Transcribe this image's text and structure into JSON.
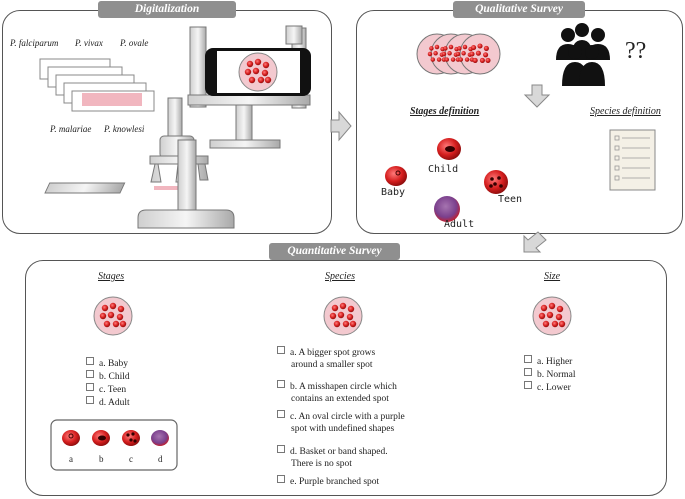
{
  "sections": {
    "digitalization": "Digitalization",
    "qualitative": "Qualitative Survey",
    "quantitative": "Quantitative Survey"
  },
  "species_names": {
    "falciparum": "P. falciparum",
    "vivax": "P. vivax",
    "ovale": "P. ovale",
    "malariae": "P. malariae",
    "knowlesi": "P. knowlesi"
  },
  "qualitative": {
    "stages_definition": "Stages definition",
    "species_definition": "Species definition",
    "question_marks": "??",
    "stages": {
      "baby": "Baby",
      "child": "Child",
      "teen": "Teen",
      "adult": "Adult"
    }
  },
  "quantitative": {
    "stages": {
      "heading": "Stages",
      "options": [
        "a. Baby",
        "b. Child",
        "c. Teen",
        "d. Adult"
      ],
      "legend": [
        "a",
        "b",
        "c",
        "d"
      ]
    },
    "species": {
      "heading": "Species",
      "options": [
        [
          "a.    A bigger spot grows",
          "around a smaller spot"
        ],
        [
          "b. A misshapen circle which",
          "contains an extended spot"
        ],
        [
          "c. An oval circle with a purple",
          "spot with undefined shapes"
        ],
        [
          "d. Basket  or band shaped.",
          "There is no spot"
        ],
        [
          "e. Purple branched spot"
        ]
      ]
    },
    "size": {
      "heading": "Size",
      "options": [
        "a. Higher",
        "b. Normal",
        "c. Lower"
      ]
    }
  },
  "colors": {
    "rbc": "#d42020",
    "dish": "#f3c9cf",
    "tag": "#8f8f8f",
    "slide": "#f1b6bf"
  }
}
